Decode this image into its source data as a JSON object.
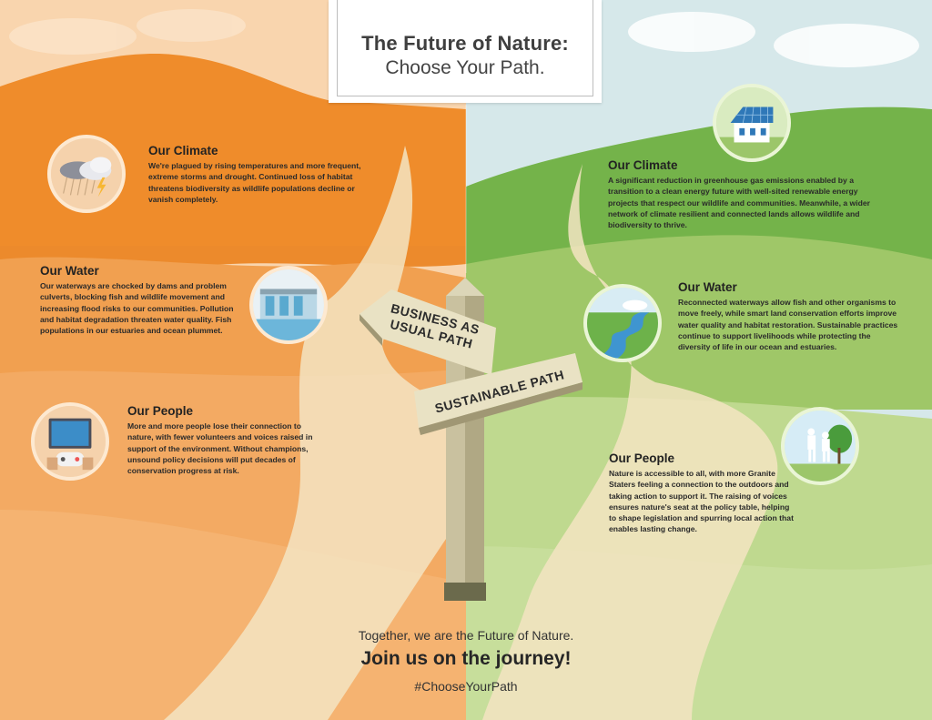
{
  "title": {
    "line1": "The Future of Nature:",
    "line2": "Choose Your Path."
  },
  "left": {
    "climate": {
      "heading": "Our Climate",
      "text": "We're plagued by rising temperatures and more frequent, extreme storms and drought. Continued loss of habitat threatens biodiversity as wildlife populations decline or vanish completely."
    },
    "water": {
      "heading": "Our Water",
      "text": "Our waterways are chocked by dams and problem culverts, blocking fish and wildlife movement and increasing flood risks to our communities. Pollution and habitat degradation threaten water quality. Fish populations in our estuaries and ocean plummet."
    },
    "people": {
      "heading": "Our People",
      "text": "More and more people lose their connection to nature, with fewer volunteers and voices raised in support of the environment. Without champions, unsound policy decisions will put decades of conservation progress at risk."
    }
  },
  "right": {
    "climate": {
      "heading": "Our Climate",
      "text": "A significant reduction in greenhouse gas emissions enabled by a transition to a clean energy future with well-sited renewable energy projects that respect our wildlife and communities. Meanwhile, a wider network of climate resilient and connected lands allows wildlife and biodiversity to thrive."
    },
    "water": {
      "heading": "Our Water",
      "text": "Reconnected waterways allow fish and other organisms to move freely, while smart land conservation efforts improve water quality and habitat restoration. Sustainable practices continue to support livelihoods while protecting the diversity of life in our ocean and estuaries."
    },
    "people": {
      "heading": "Our People",
      "text": "Nature is accessible to all, with more Granite Staters feeling a connection to the outdoors and taking action to support it. The raising of voices ensures nature's seat at the policy table, helping to shape legislation and spurring local action that enables lasting change."
    }
  },
  "signs": {
    "business_line1": "BUSINESS AS",
    "business_line2": "USUAL PATH",
    "sustainable": "SUSTAINABLE PATH"
  },
  "footer": {
    "line1": "Together, we are the Future of Nature.",
    "line2": "Join us on the journey!",
    "hashtag": "#ChooseYourPath"
  },
  "colors": {
    "orange_dark": "#ef8c2b",
    "orange_mid": "#f3a458",
    "green_dark": "#6cae45",
    "green_light": "#bcd78b",
    "path": "#f3e4c2"
  },
  "icons": {
    "left": [
      "storm-cloud-icon",
      "dam-icon",
      "video-game-icon"
    ],
    "right": [
      "solar-house-icon",
      "river-icon",
      "hikers-icon"
    ]
  }
}
